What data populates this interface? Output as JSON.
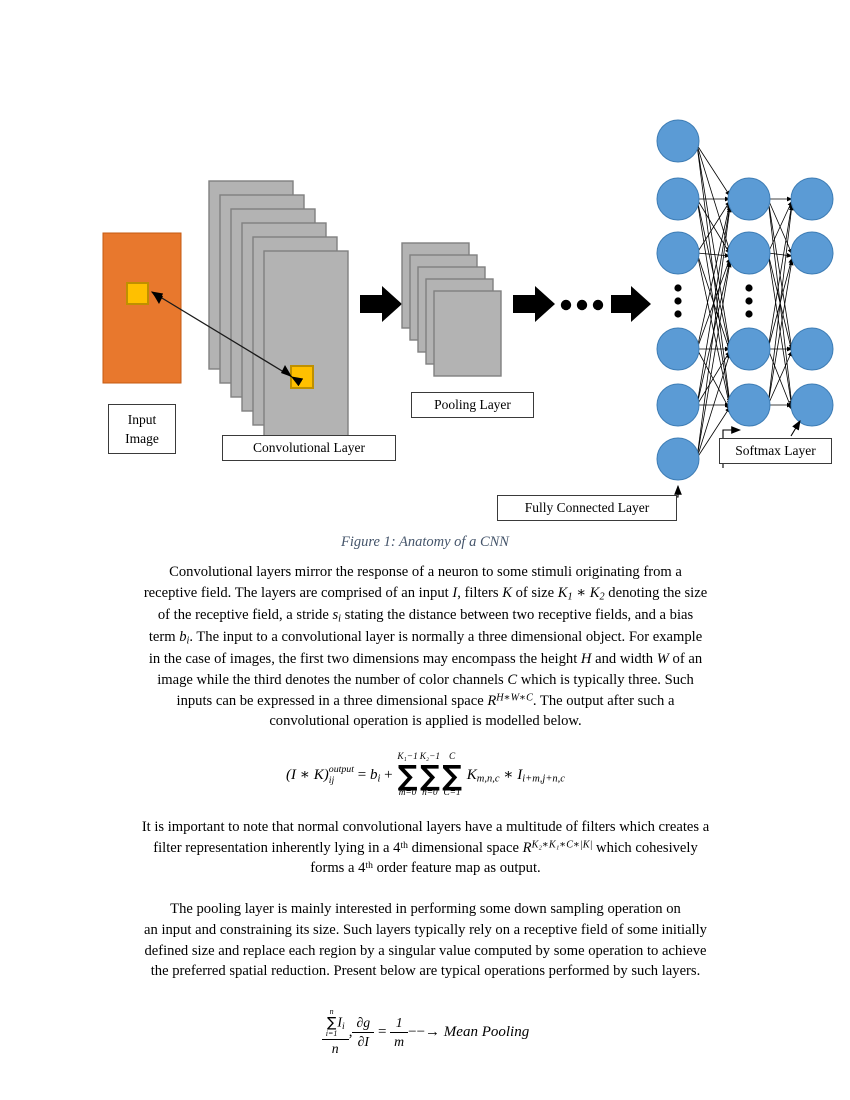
{
  "figure": {
    "labels": {
      "input_image": "Input\nImage",
      "convolutional_layer": "Convolutional Layer",
      "pooling_layer": "Pooling Layer",
      "fully_connected_layer": "Fully Connected Layer",
      "softmax_layer": "Softmax Layer"
    },
    "colors": {
      "input_rect": "#E8782D",
      "receptive_patch": "#FFC000",
      "patch_border": "#BF9000",
      "card_fill": "#B3B3B3",
      "card_border": "#808080",
      "node_fill": "#5B9BD5",
      "node_border": "#2E75B6",
      "arrow": "#000000",
      "line": "#000000"
    },
    "counts": {
      "conv_cards": 6,
      "pool_cards": 5,
      "fc_nodes": 6,
      "hidden_nodes": 4,
      "output_nodes": 4,
      "flow_arrows": 3,
      "ellipsis_dots": 3
    }
  },
  "caption": "Figure 1: Anatomy of a CNN",
  "paragraphs": {
    "p1": {
      "line1": "Convolutional layers mirror the response of a neuron to some stimuli originating from a",
      "line2_a": "receptive field. The layers are comprised of an input ",
      "line2_I": "I",
      "line2_b": ", filters ",
      "line2_K": "K",
      "line2_c": " of size ",
      "line2_K1": "K",
      "line2_K1sub": "1",
      "line2_op": " ∗  ",
      "line2_K2": "K",
      "line2_K2sub": "2",
      "line2_d": " denoting the size",
      "line3_a": "of the receptive field, a stride ",
      "line3_s": "s",
      "line3_ssub": "i",
      "line3_b": " stating the distance between two receptive fields, and a bias",
      "line4_a": "term ",
      "line4_b": "b",
      "line4_bsub": "i",
      "line4_c": ". The input to a convolutional layer is normally a three dimensional object. For example",
      "line5_a": "in the case of images, the first two dimensions may encompass the height ",
      "line5_H": "H",
      "line5_b": " and width ",
      "line5_W": "W",
      "line5_c": " of an",
      "line6_a": "image while the third denotes the number of color channels ",
      "line6_C": "C",
      "line6_b": " which is typically three. Such",
      "line7_a": "inputs can be expressed in a three dimensional space ",
      "line7_R": "R",
      "line7_Rsup": "H∗W∗C",
      "line7_b": ". The output after such a",
      "line8": "convolutional operation is applied is modelled below."
    },
    "p2": {
      "line1": "It is important to note that normal convolutional layers have a multitude of filters which creates a",
      "line2_a": "filter representation inherently lying in a 4",
      "line2_th": "th",
      "line2_b": " dimensional space  ",
      "line2_R": "R",
      "line2_Rsup": "K₂∗K₁∗C∗|K|",
      "line2_c": " which cohesively",
      "line3_a": "forms a 4",
      "line3_th": "th",
      "line3_b": " order feature map as output."
    },
    "p3": {
      "line1": "The pooling layer is mainly interested in performing some down sampling operation on",
      "line2": "an input and constraining its size. Such layers typically rely on a receptive field of some initially",
      "line3": "defined size and replace each region by a singular value computed by some operation to achieve",
      "line4": "the preferred spatial reduction. Present below are typical operations performed by such layers."
    }
  },
  "equations": {
    "eq1": {
      "lhs_open": "(",
      "lhs_I": "I",
      "lhs_star": " ∗ ",
      "lhs_K": "K",
      "lhs_close": ")",
      "lhs_sub": "ij",
      "lhs_sup": "output",
      "eq_sign": "=",
      "bias": "b",
      "bias_sub": "i",
      "plus": "+",
      "sum1_upper": "K₁−1",
      "sum1_lower": "m=0",
      "sum2_upper": "K₂−1",
      "sum2_lower": "n=0",
      "sum3_upper": "C",
      "sum3_lower": "C=1",
      "term_K": "K",
      "term_K_sub": "m,n,c",
      "mul": " ∗ ",
      "term_I": "I",
      "term_I_sub": "i+m,j+n,c"
    },
    "eq2": {
      "frac1_num_sum": "∑",
      "frac1_num_sum_upper": "n",
      "frac1_num_sum_lower": "i=1",
      "frac1_num_I": "I",
      "frac1_num_I_sub": "i",
      "frac1_den": "n",
      "comma": ",",
      "frac2_num": "∂g",
      "frac2_den": "∂I",
      "eq_sign": "=",
      "frac3_num": "1",
      "frac3_den": "m",
      "arrow": "−−→",
      "result": "Mean Pooling"
    }
  }
}
